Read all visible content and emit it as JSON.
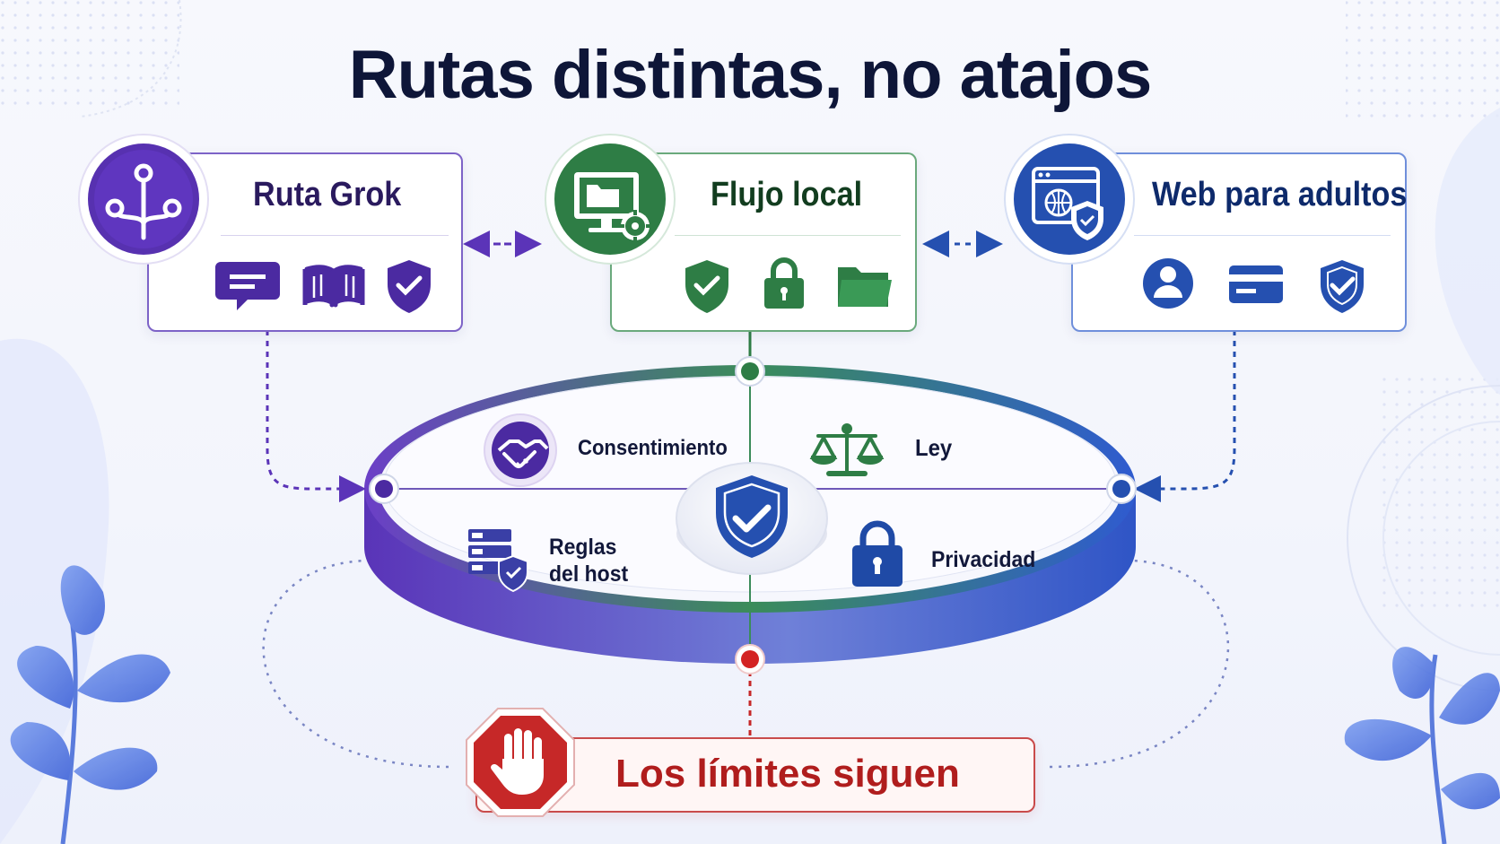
{
  "title": "Rutas distintas, no atajos",
  "routes": [
    {
      "label": "Ruta Grok",
      "icon": "branch-icon",
      "sub_icons": [
        "chat-icon",
        "book-icon",
        "shield-check-icon"
      ],
      "color": "#4b2aa1"
    },
    {
      "label": "Flujo local",
      "icon": "monitor-folder-gear-icon",
      "sub_icons": [
        "shield-check-icon",
        "lock-icon",
        "folder-icon"
      ],
      "color": "#2e7d45"
    },
    {
      "label": "Web para adultos",
      "icon": "browser-globe-shield-icon",
      "sub_icons": [
        "user-icon",
        "card-icon",
        "shield-check-icon"
      ],
      "color": "#2550b0"
    }
  ],
  "center": {
    "items": [
      {
        "label": "Consentimiento",
        "icon": "handshake-icon"
      },
      {
        "label": "Ley",
        "icon": "scales-icon"
      },
      {
        "label_line1": "Reglas",
        "label_line2": "del host",
        "icon": "server-shield-icon"
      },
      {
        "label": "Privacidad",
        "icon": "lock-icon"
      }
    ],
    "hub_icon": "shield-check-icon"
  },
  "limit": {
    "label": "Los límites siguen",
    "icon": "stop-hand-icon"
  },
  "colors": {
    "purple": "#4b2aa1",
    "green": "#2e7d45",
    "blue": "#2550b0",
    "red": "#c62828",
    "title": "#0e1638"
  }
}
